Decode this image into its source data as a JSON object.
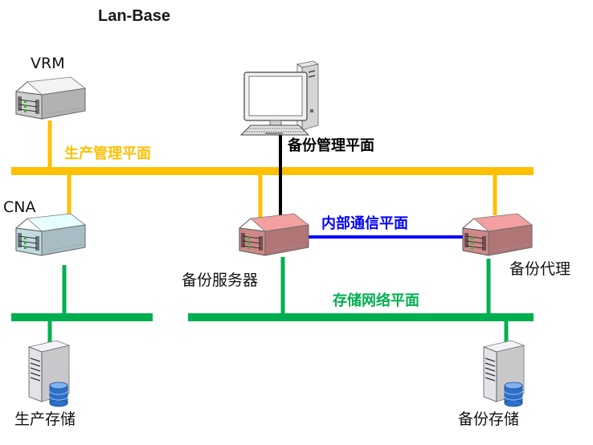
{
  "title": "Lan-Base",
  "colors": {
    "management_line": "#FFC000",
    "storage_line": "#00B050",
    "internal_line": "#0000FF",
    "backup_mgmt_line": "#000000",
    "vrm_server": "#D9D9D9",
    "cna_server": "#CDE6EE",
    "backup_server": "#D98F8F",
    "storage_tower": "#E8E8EC"
  },
  "devices": {
    "vrm": {
      "label": "VRM",
      "icon": "rack-server-icon"
    },
    "cna": {
      "label": "CNA",
      "icon": "rack-server-icon"
    },
    "admin_pc": {
      "label": "",
      "icon": "desktop-computer-icon"
    },
    "backup_server": {
      "label": "备份服务器",
      "icon": "rack-server-icon"
    },
    "backup_proxy": {
      "label": "备份代理",
      "icon": "rack-server-icon"
    },
    "production_storage": {
      "label": "生产存储",
      "icon": "storage-tower-icon"
    },
    "backup_storage": {
      "label": "备份存储",
      "icon": "storage-tower-icon"
    }
  },
  "planes": {
    "production_management": "生产管理平面",
    "backup_management": "备份管理平面",
    "internal_communication": "内部通信平面",
    "storage_network": "存储网络平面"
  }
}
